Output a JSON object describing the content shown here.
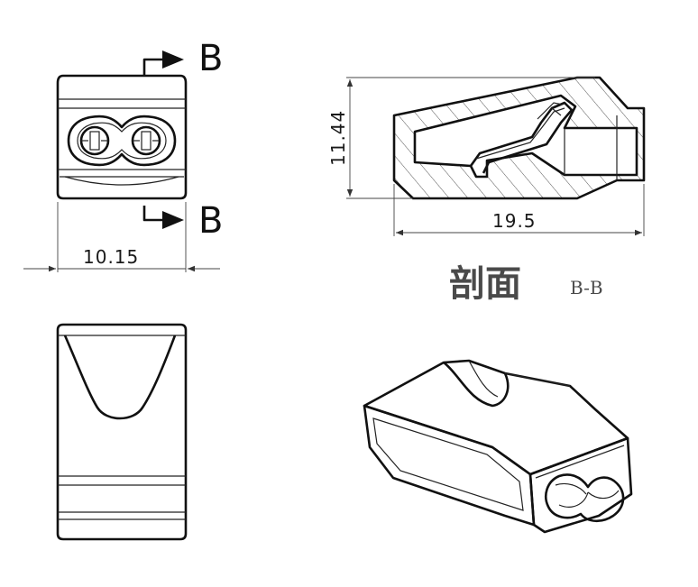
{
  "front_view": {
    "section_marker_top": "B",
    "section_marker_bottom": "B",
    "width_dimension": "10.15"
  },
  "section_view": {
    "height_dimension": "11.44",
    "length_dimension": "19.5",
    "caption_main": "剖面",
    "caption_sub": "B-B"
  }
}
